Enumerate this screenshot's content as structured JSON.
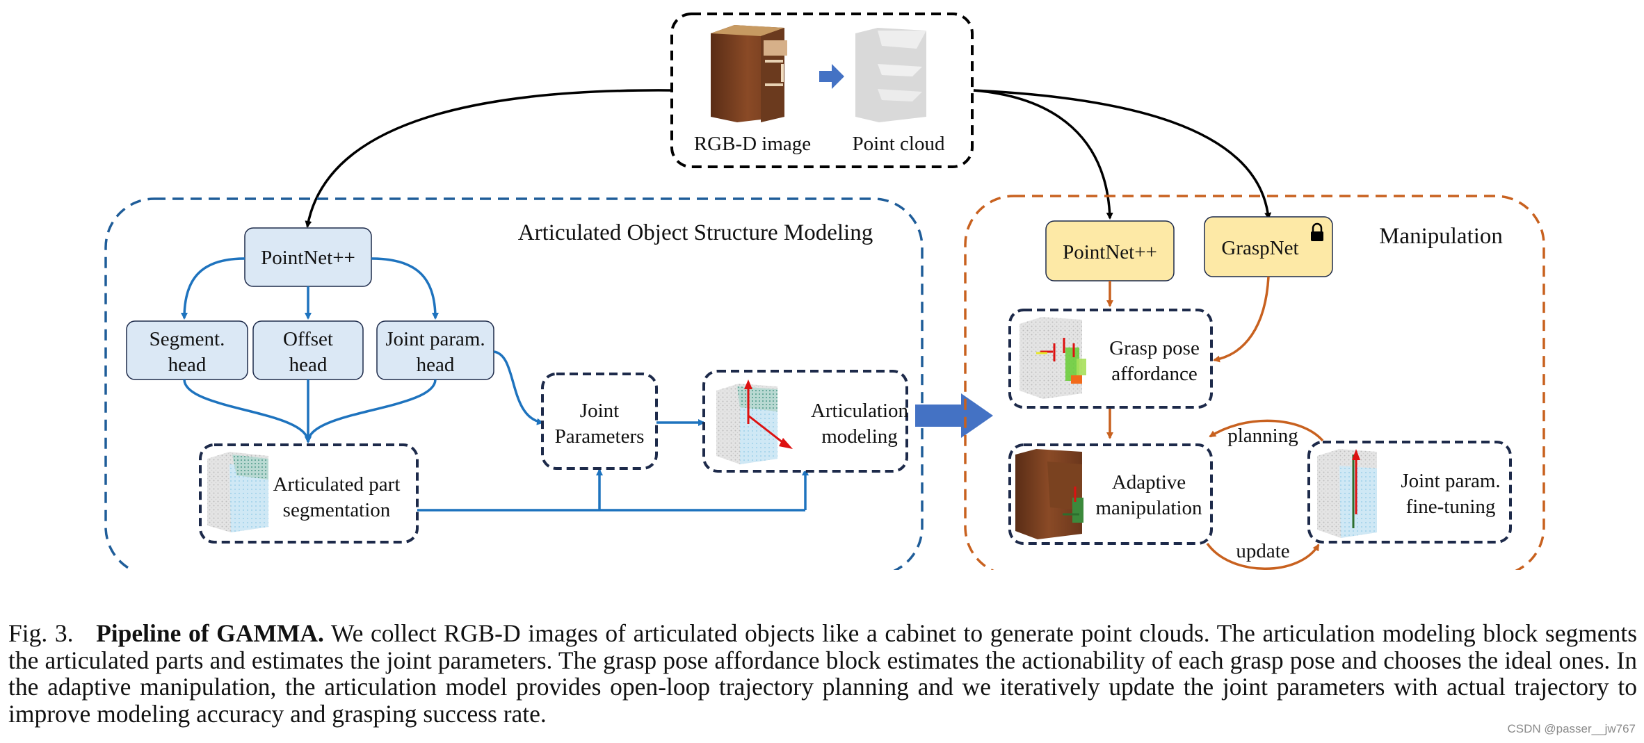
{
  "input_block": {
    "rgbd_label": "RGB-D image",
    "pointcloud_label": "Point cloud"
  },
  "modeling_block": {
    "title": "Articulated Object Structure Modeling",
    "backbone": "PointNet++",
    "heads": {
      "segment": [
        "Segment.",
        "head"
      ],
      "offset": [
        "Offset",
        "head"
      ],
      "joint": [
        "Joint param.",
        "head"
      ]
    },
    "segmentation": [
      "Articulated part",
      "segmentation"
    ],
    "joint_parameters": [
      "Joint",
      "Parameters"
    ],
    "articulation": [
      "Articulation",
      "modeling"
    ]
  },
  "manipulation_block": {
    "title": "Manipulation",
    "pointnet": "PointNet++",
    "graspnet": "GraspNet",
    "grasp_affordance": [
      "Grasp pose",
      "affordance"
    ],
    "adaptive": [
      "Adaptive",
      "manipulation"
    ],
    "finetune": [
      "Joint param.",
      "fine-tuning"
    ],
    "planning": "planning",
    "update": "update"
  },
  "caption": {
    "label": "Fig. 3.",
    "title": "Pipeline of GAMMA.",
    "text": "We collect RGB-D images of articulated objects like a cabinet to generate point clouds. The articulation modeling block segments the articulated parts and estimates the joint parameters. The grasp pose affordance block estimates the actionability of each grasp pose and chooses the ideal ones. In the adaptive manipulation, the articulation model provides open-loop trajectory planning and we iteratively update the joint parameters with actual trajectory to improve modeling accuracy and grasping success rate."
  },
  "watermark": "CSDN @passer__jw767",
  "colors": {
    "blue_line": "#1e73be",
    "dark_blue_border": "#1d2a4a",
    "blue_group_border": "#1f5d99",
    "orange_group_border": "#c8611f",
    "orange_line": "#c8611f",
    "light_blue_fill": "#dbe8f5",
    "yellow_fill": "#fde9a6",
    "big_arrow": "#4472c4"
  }
}
